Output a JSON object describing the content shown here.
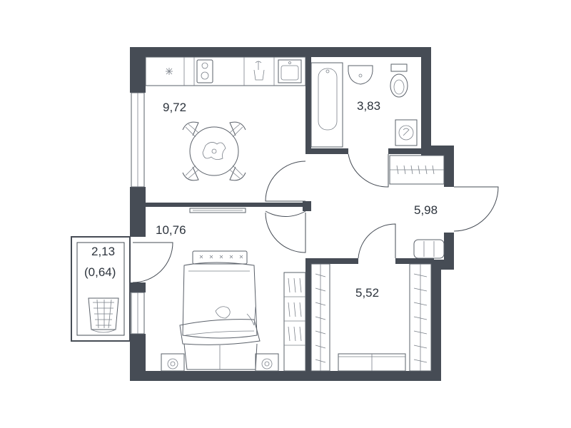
{
  "plan": {
    "rooms": [
      {
        "id": "kitchen",
        "area": "9,72"
      },
      {
        "id": "bathroom",
        "area": "3,83"
      },
      {
        "id": "hallway",
        "area": "5,98"
      },
      {
        "id": "bedroom",
        "area": "10,76"
      },
      {
        "id": "balcony",
        "area": "2,13",
        "area_reduced": "(0,64)"
      },
      {
        "id": "storage",
        "area": "5,52"
      }
    ],
    "colors": {
      "wall": "#464c55",
      "line": "#5a6069",
      "text": "#2c333c",
      "background": "#ffffff"
    }
  }
}
